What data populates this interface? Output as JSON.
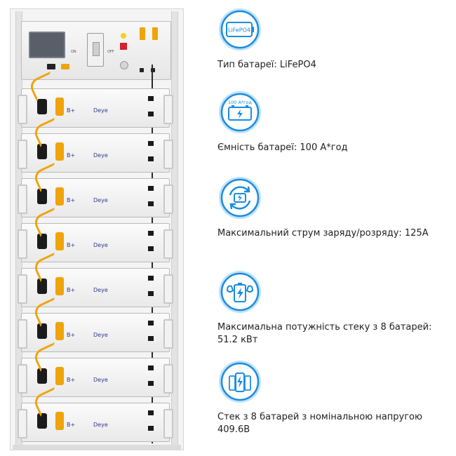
{
  "colors": {
    "accent": "#1a8ce0",
    "accent_light": "#bfe1fb",
    "text": "#1e1e1e",
    "cable": "#f0a30a"
  },
  "rack": {
    "hv_box": {
      "on_label": "ON",
      "off_label": "OFF"
    },
    "modules": [
      {
        "terminal_label": "B+",
        "brand_label": "Deye"
      },
      {
        "terminal_label": "B+",
        "brand_label": "Deye"
      },
      {
        "terminal_label": "B+",
        "brand_label": "Deye"
      },
      {
        "terminal_label": "B+",
        "brand_label": "Deye"
      },
      {
        "terminal_label": "B+",
        "brand_label": "Deye"
      },
      {
        "terminal_label": "B+",
        "brand_label": "Deye"
      },
      {
        "terminal_label": "B+",
        "brand_label": "Deye"
      },
      {
        "terminal_label": "B+",
        "brand_label": "Deye"
      }
    ]
  },
  "features": [
    {
      "icon": "lifepo4-battery-icon",
      "icon_text": "LiFePO4",
      "text": "Тип батареї: LiFePO4"
    },
    {
      "icon": "battery-capacity-icon",
      "icon_text": "100 А*год",
      "text": "Ємність батареї: 100 А*год"
    },
    {
      "icon": "charge-discharge-icon",
      "text": "Максимальний струм заряду/розряду: 125А"
    },
    {
      "icon": "battery-power-icon",
      "text": "Максимальна потужність стеку з 8 батарей: 51.2 кВт"
    },
    {
      "icon": "battery-stack-icon",
      "text": "Стек з 8 батарей з номінальною напругою 409.6В"
    }
  ]
}
